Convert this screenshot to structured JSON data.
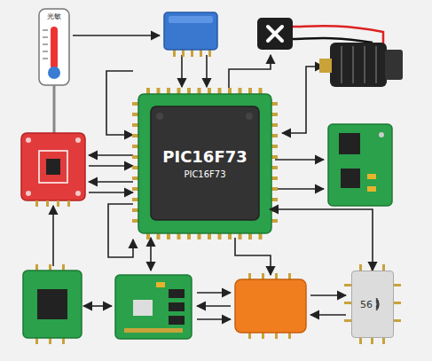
{
  "diagram": {
    "nodes": [
      {
        "text": [
          "光敏"
        ]
      },
      {
        "text": [
          "PIC16F73",
          "PIC16F73"
        ]
      },
      {
        "text": [
          "56"
        ]
      }
    ],
    "edges": [
      {
        "from": 1,
        "to": 2,
        "arrow": "both"
      }
    ]
  }
}
